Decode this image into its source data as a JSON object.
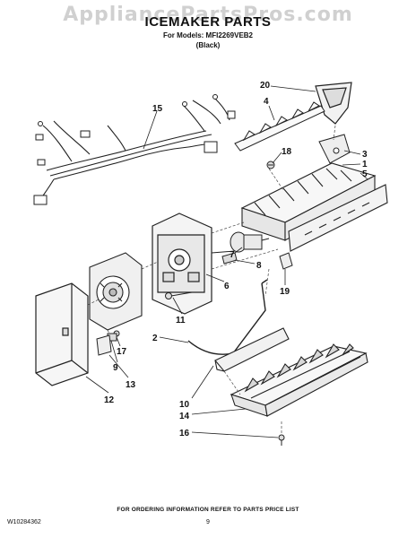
{
  "watermark": "AppliancePartsPros.com",
  "header": {
    "title": "ICEMAKER PARTS",
    "models_line": "For Models: MFI2269VEB2",
    "color_line": "(Black)"
  },
  "callouts": {
    "c20": "20",
    "c4": "4",
    "c15": "15",
    "c18": "18",
    "c3": "3",
    "c1": "1",
    "c5": "5",
    "c7": "7",
    "c8": "8",
    "c6": "6",
    "c19": "19",
    "c11": "11",
    "c2": "2",
    "c17": "17",
    "c9": "9",
    "c13": "13",
    "c12": "12",
    "c10": "10",
    "c14": "14",
    "c16": "16"
  },
  "footer": {
    "note": "FOR ORDERING INFORMATION REFER TO PARTS PRICE LIST",
    "doc_number": "W10284362",
    "page_number": "9"
  }
}
